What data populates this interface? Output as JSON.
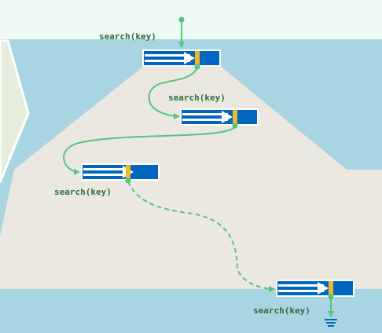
{
  "labels": {
    "call_1": "search(key)",
    "call_2": "search(key)",
    "call_3": "search(key)",
    "call_4": "search(key)"
  },
  "colors": {
    "background": "#a9d5e3",
    "top_band": "#eef9f4",
    "tree_fill": "#ebe8e1",
    "left_shape": "#e6eedd",
    "node_blue": "#0066bf",
    "key_marker": "#f2b825",
    "path_green": "#56c47e",
    "label_green": "#2f6e3a"
  },
  "icons": {
    "start": "start-dot-icon",
    "end": "ground-icon"
  }
}
